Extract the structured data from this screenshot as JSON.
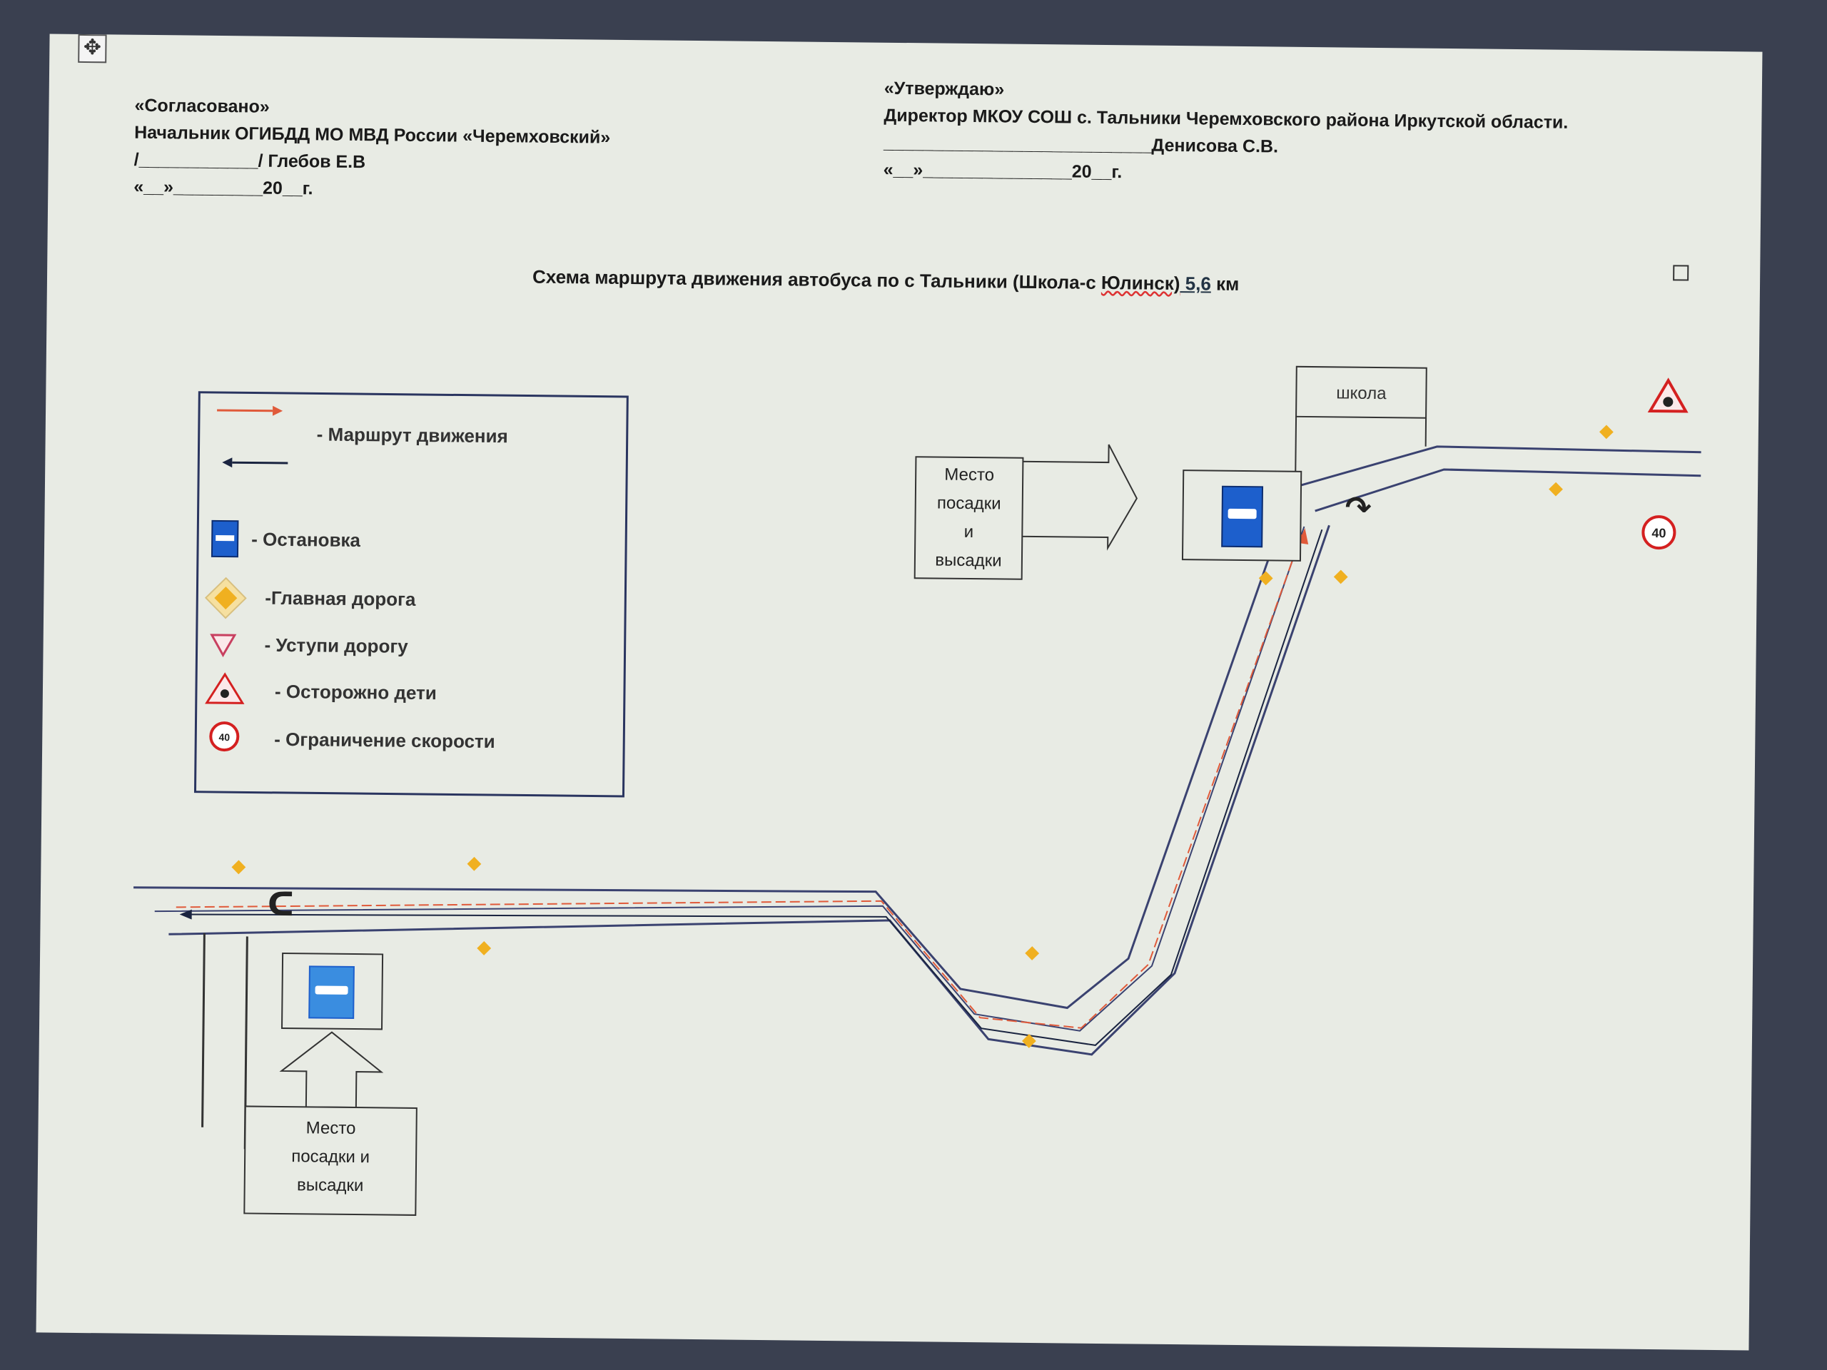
{
  "header_left": {
    "line1": "«Согласовано»",
    "line2": "Начальник ОГИБДД МО МВД России «Черемховский»",
    "line3": "/____________/ Глебов Е.В",
    "line4": "«__»_________20__г."
  },
  "header_right": {
    "line1": "«Утверждаю»",
    "line2": "Директор МКОУ СОШ с. Тальники Черемховского района Иркутской области.",
    "line3": "___________________________Денисова С.В.",
    "line4": "«__»_______________20__г."
  },
  "title": {
    "part1": "Схема маршрута движения автобуса по с Тальники (Школа-с ",
    "part2": "Юлинск)",
    "part3": " 5,6",
    "part4": " км"
  },
  "legend": {
    "route": "- Маршрут движения",
    "stop": "- Остановка",
    "main_road": "-Главная дорога",
    "give_way": "- Уступи дорогу",
    "children": "- Осторожно дети",
    "speed_limit": "- Ограничение скорости"
  },
  "school_label": "школа",
  "speed_sign_value": "40",
  "boarding_upper": [
    "Место",
    "посадки",
    "и",
    "высадки"
  ],
  "boarding_lower": [
    "Место",
    "посадки и",
    "высадки"
  ],
  "colors": {
    "paper": "#e8ebe4",
    "road_line": "#3a4270",
    "route_red": "#e05a3a",
    "route_dark": "#1a2440",
    "bus_stop_blue": "#1d5fcc",
    "main_road_sign": "#f0b020",
    "warning_red": "#d42020"
  }
}
